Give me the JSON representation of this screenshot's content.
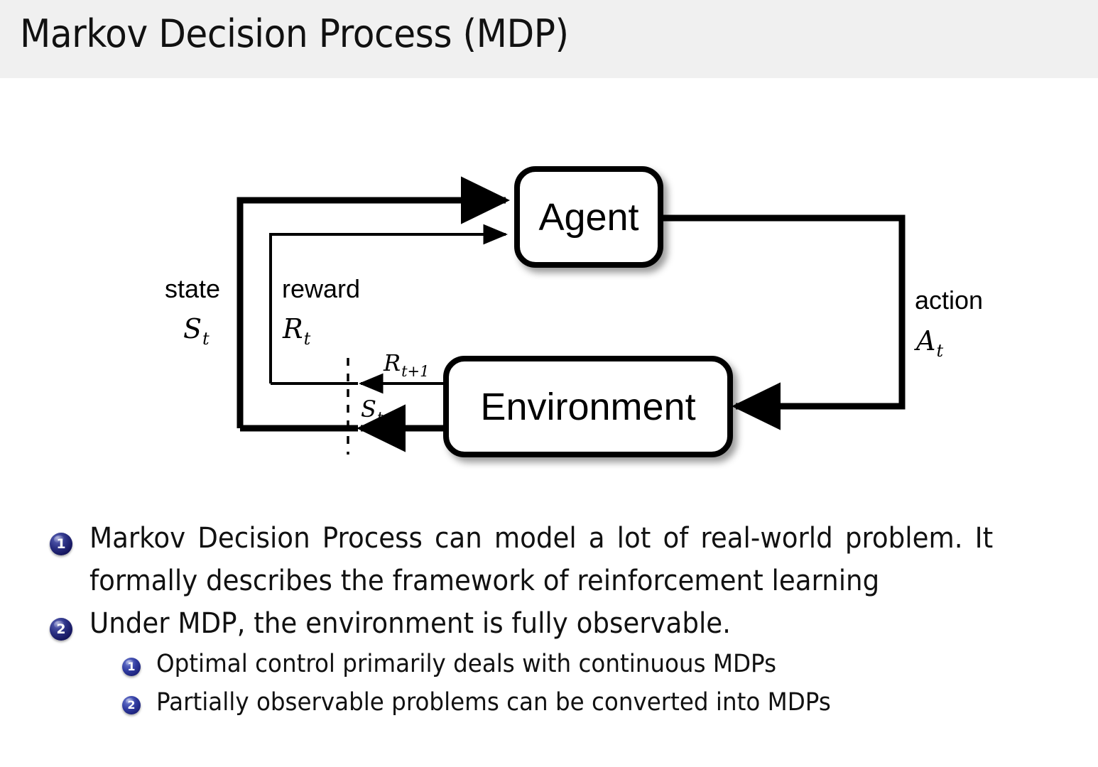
{
  "slide": {
    "title": "Markov Decision Process (MDP)",
    "header_bg": "#f0f0f0",
    "page_bg": "#ffffff",
    "text_color": "#111111"
  },
  "diagram": {
    "name": "agent-environment-interaction-loop",
    "boxes": {
      "agent": "Agent",
      "environment": "Environment"
    },
    "labels": {
      "state_word": "state",
      "state_symbol": "S",
      "state_subscript": "t",
      "reward_word": "reward",
      "reward_symbol": "R",
      "reward_subscript": "t",
      "action_word": "action",
      "action_symbol": "A",
      "action_subscript": "t",
      "reward_next_symbol": "R",
      "reward_next_subscript": "t+1",
      "state_next_symbol": "S",
      "state_next_subscript": "t+1"
    },
    "stroke_color": "#000000",
    "box_fill": "#ffffff"
  },
  "bullets": {
    "accent_color": "#1b2078",
    "items": [
      {
        "number": "1",
        "level": 1,
        "text": "Markov Decision Process can model a lot of real-world problem. It formally describes the framework of reinforcement learning"
      },
      {
        "number": "2",
        "level": 1,
        "text": "Under MDP, the environment is fully observable."
      },
      {
        "number": "1",
        "level": 2,
        "text": "Optimal control primarily deals with continuous MDPs"
      },
      {
        "number": "2",
        "level": 2,
        "text": "Partially observable problems can be converted into MDPs"
      }
    ]
  }
}
